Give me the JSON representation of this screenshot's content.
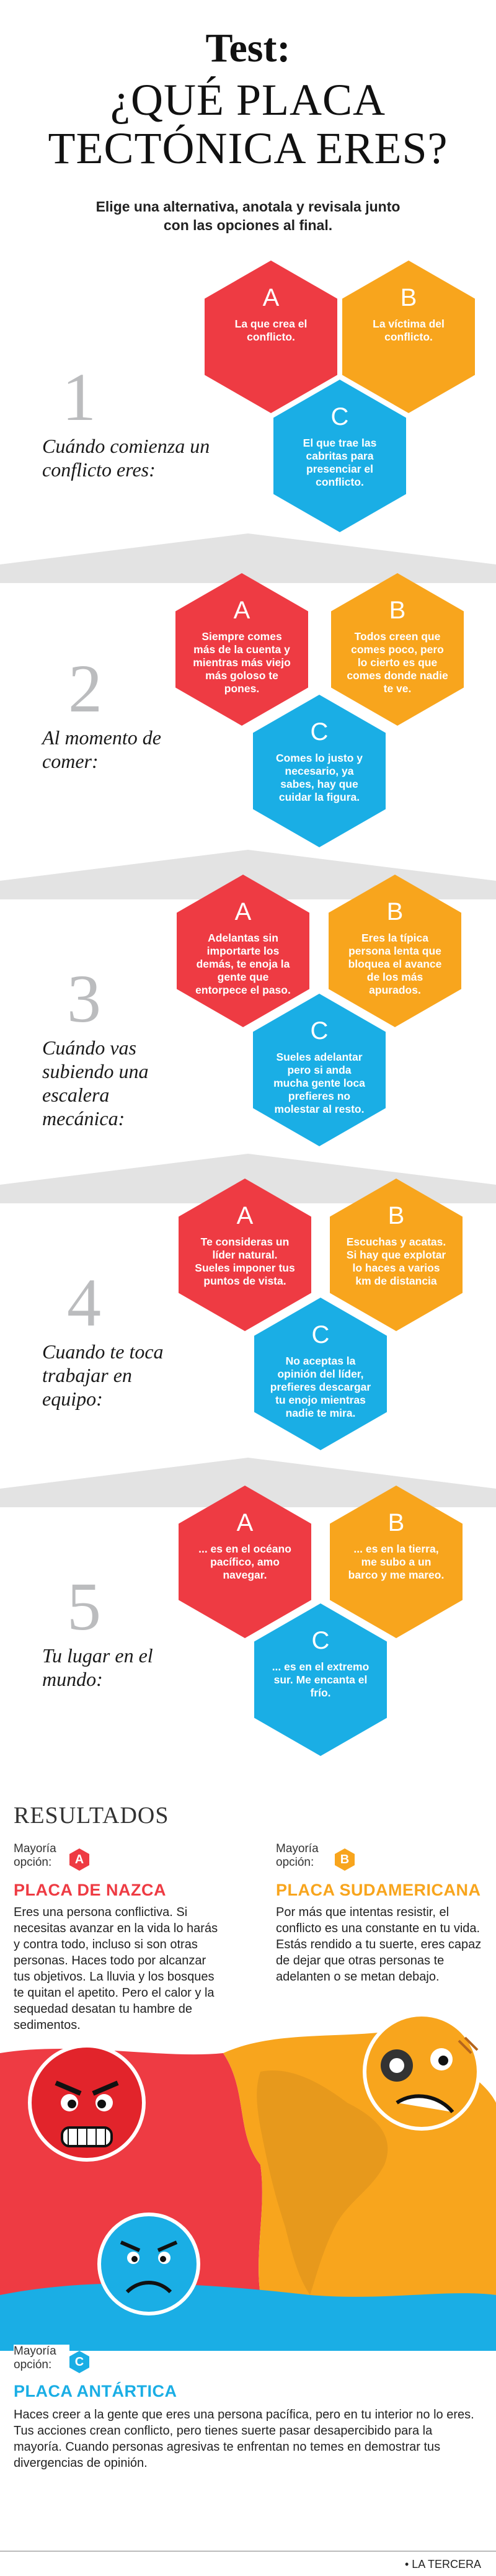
{
  "header": {
    "test_label": "Test:",
    "title_line1": "¿QUÉ PLACA",
    "title_line2": "TECTÓNICA ERES?",
    "subtitle": "Elige una alternativa, anotala y revisala junto con las opciones al final."
  },
  "questions": [
    {
      "number": "1",
      "text": "Cuándo comienza un conflicto eres:",
      "options": [
        {
          "letter": "A",
          "text": "La que crea el conflicto."
        },
        {
          "letter": "B",
          "text": "La víctima del conflicto."
        },
        {
          "letter": "C",
          "text": "El que trae las cabritas para presenciar el conflicto."
        }
      ]
    },
    {
      "number": "2",
      "text": "Al momento de comer:",
      "options": [
        {
          "letter": "A",
          "text": "Siempre comes más de la cuenta y mientras más viejo más goloso te pones."
        },
        {
          "letter": "B",
          "text": "Todos creen que comes poco, pero lo cierto es que comes donde nadie te ve."
        },
        {
          "letter": "C",
          "text": "Comes lo justo y necesario, ya sabes, hay que cuidar la figura."
        }
      ]
    },
    {
      "number": "3",
      "text": "Cuándo vas subiendo una escalera mecánica:",
      "options": [
        {
          "letter": "A",
          "text": "Adelantas sin importarte los demás, te enoja la gente que entorpece el paso."
        },
        {
          "letter": "B",
          "text": "Eres la típica persona lenta que bloquea el avance de los más apurados."
        },
        {
          "letter": "C",
          "text": "Sueles adelantar pero si anda mucha gente loca prefieres no molestar al resto."
        }
      ]
    },
    {
      "number": "4",
      "text": "Cuando te toca trabajar en equipo:",
      "options": [
        {
          "letter": "A",
          "text": "Te consideras un líder natural. Sueles imponer tus puntos de vista."
        },
        {
          "letter": "B",
          "text": "Escuchas y acatas. Si hay que explotar lo haces a varios km de distancia"
        },
        {
          "letter": "C",
          "text": "No aceptas la opinión del líder, prefieres descargar tu enojo mientras nadie te mira."
        }
      ]
    },
    {
      "number": "5",
      "text": "Tu lugar en el mundo:",
      "options": [
        {
          "letter": "A",
          "text": "... es en el océano pacífico, amo navegar."
        },
        {
          "letter": "B",
          "text": "... es en la tierra, me subo a un barco y me mareo."
        },
        {
          "letter": "C",
          "text": "... es en el extremo sur. Me encanta el frío."
        }
      ]
    }
  ],
  "results": {
    "title": "RESULTADOS",
    "majority_label": "Mayoría opción:",
    "items": [
      {
        "letter": "A",
        "plate": "PLACA DE NAZCA",
        "text": "Eres una persona conflictiva. Si necesitas avanzar en la vida lo harás y contra todo, incluso si son otras personas. Haces todo por alcanzar tus objetivos. La lluvia y los bosques te quitan el apetito. Pero el calor y la sequedad desatan tu hambre de sedimentos."
      },
      {
        "letter": "B",
        "plate": "PLACA SUDAMERICANA",
        "text": "Por más que intentas resistir, el conflicto es una constante en tu vida. Estás rendido a tu suerte, eres capaz de dejar que otras personas te adelanten o se metan debajo."
      },
      {
        "letter": "C",
        "plate": "PLACA ANTÁRTICA",
        "text": "Haces creer a la gente que eres una persona pacífica, pero en tu interior no lo eres. Tus acciones crean conflicto, pero tienes suerte pasar desapercibido para la mayoría. Cuando personas agresivas te enfrentan no temes en demostrar tus divergencias de opinión."
      }
    ]
  },
  "footer": {
    "brand": "• LA TERCERA"
  },
  "colors": {
    "a": "#ee3b43",
    "b": "#f8a51d",
    "c": "#1aaee5",
    "number_gray": "#bbbcbe"
  }
}
